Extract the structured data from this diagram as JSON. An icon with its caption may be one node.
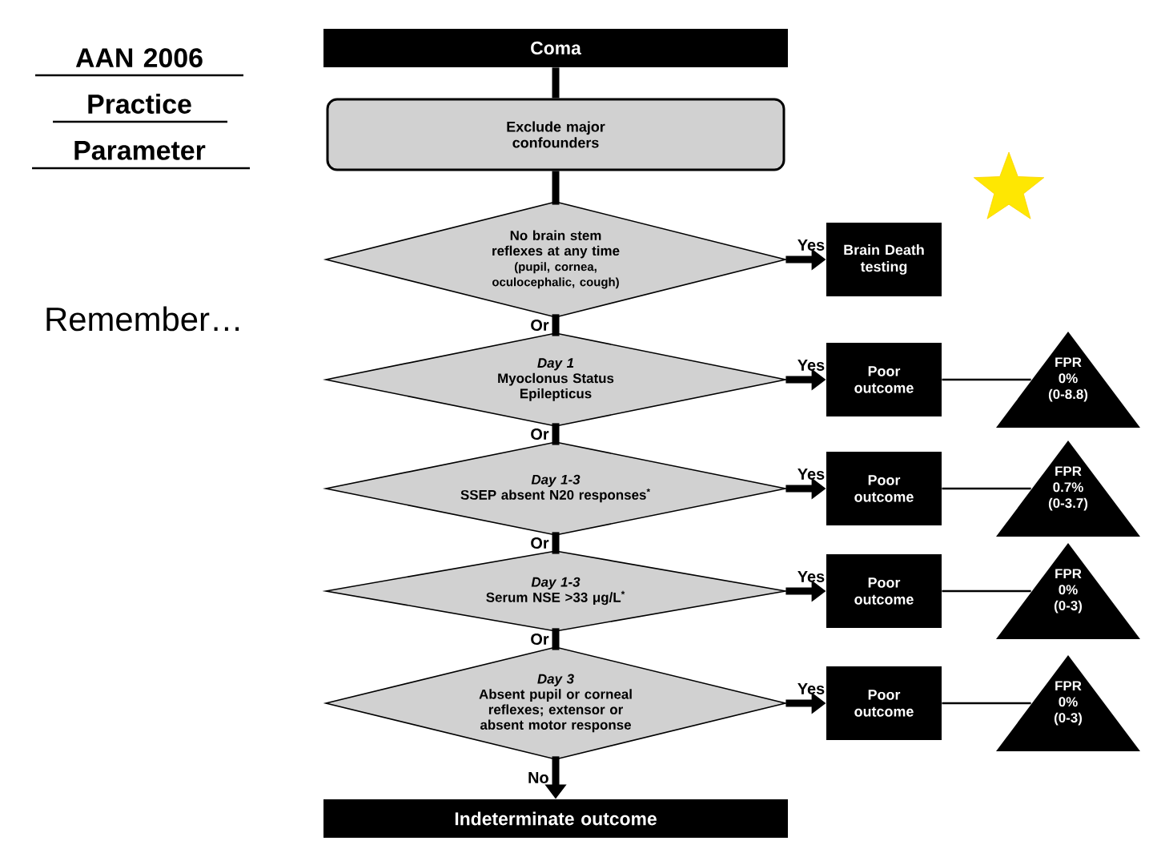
{
  "diagram": {
    "nodes": [
      {
        "text": [
          "Coma"
        ]
      },
      {
        "text": [
          "Exclude major confounders"
        ]
      },
      {
        "text": [
          "No brain stem reflexes at any time",
          "(pupil, cornea, oculocephalic, cough)"
        ]
      },
      {
        "text": [
          "Brain Death testing"
        ]
      },
      {
        "text": [
          "Day 1",
          "Myoclonus Status Epilepticus"
        ]
      },
      {
        "text": [
          "Poor outcome"
        ]
      },
      {
        "text": [
          "FPR 0% (0-8.8)"
        ]
      },
      {
        "text": [
          "Day 1-3",
          "SSEP absent N20 responses$^{*}$"
        ]
      },
      {
        "text": [
          "Poor outcome"
        ]
      },
      {
        "text": [
          "FPR 0.7% (0-3.7)"
        ]
      },
      {
        "text": [
          "Day 1-3",
          "Serum NSE >33 μg/L$^{*}$"
        ]
      },
      {
        "text": [
          "Poor outcome"
        ]
      },
      {
        "text": [
          "FPR 0% (0-3)"
        ]
      },
      {
        "text": [
          "Day 3",
          "Absent pupil or corneal reflexes; extensor or absent motor response"
        ]
      },
      {
        "text": [
          "Poor outcome"
        ]
      },
      {
        "text": [
          "FPR 0% (0-3)"
        ]
      },
      {
        "text": [
          "Indeterminate outcome"
        ]
      }
    ],
    "edges": [
      {
        "from": 0,
        "to": 1,
        "arrow": "none"
      },
      {
        "from": 1,
        "to": 2,
        "arrow": "none"
      },
      {
        "from": 2,
        "to": 3,
        "arrow": "to",
        "label": "Yes"
      },
      {
        "from": 2,
        "to": 4,
        "arrow": "none",
        "label": "Or"
      },
      {
        "from": 4,
        "to": 5,
        "arrow": "to",
        "label": "Yes"
      },
      {
        "from": 5,
        "to": 6,
        "arrow": "none"
      },
      {
        "from": 4,
        "to": 7,
        "arrow": "none",
        "label": "Or"
      },
      {
        "from": 7,
        "to": 8,
        "arrow": "to",
        "label": "Yes"
      },
      {
        "from": 8,
        "to": 9,
        "arrow": "none"
      },
      {
        "from": 7,
        "to": 10,
        "arrow": "none",
        "label": "Or"
      },
      {
        "from": 10,
        "to": 11,
        "arrow": "to",
        "label": "Yes"
      },
      {
        "from": 11,
        "to": 12,
        "arrow": "none"
      },
      {
        "from": 10,
        "to": 13,
        "arrow": "none",
        "label": "Or"
      },
      {
        "from": 13,
        "to": 14,
        "arrow": "to",
        "label": "Yes"
      },
      {
        "from": 14,
        "to": 15,
        "arrow": "none"
      },
      {
        "from": 13,
        "to": 16,
        "arrow": "to",
        "label": "No"
      }
    ],
    "labels": [
      "AAN 2006 Practice Parameter",
      "Remember…"
    ]
  }
}
